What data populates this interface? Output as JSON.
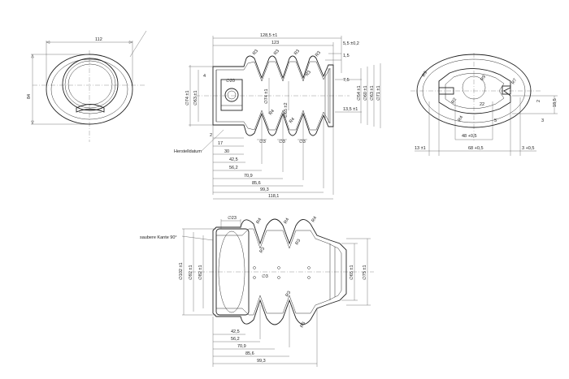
{
  "front_view": {
    "width": "112",
    "height": "84"
  },
  "side_view": {
    "total": "128,5 ±1",
    "d123": "123",
    "d55": "5,5 ±0,2",
    "d15": "1,5",
    "d75": "7,5",
    "d135": "13,5 ±1",
    "dia74a": "∅74 ±1",
    "dia63a": "∅63 ±1",
    "dia74b": "∅74 ±1",
    "dia65b": "∅65 ±2",
    "dia20": "∅20",
    "dia54": "∅54 ±1",
    "dia60": "∅60 ±1",
    "dia63b": "∅63 ±1",
    "dia71": "∅71 ±1",
    "r3a": "R3",
    "r3b": "R3",
    "r3c": "R3",
    "r3d": "R3",
    "r3e": "R3",
    "r4a": "R4",
    "r4b": "R4",
    "phi3a": "∅3",
    "phi3b": "∅3",
    "phi3c": "∅3",
    "d4": "4",
    "d2": "2",
    "d17": "17",
    "d30": "30",
    "hersteller": "Herstelldatum",
    "chain": [
      "42,5",
      "56,2",
      "70,9",
      "85,6",
      "99,3",
      "118,1"
    ]
  },
  "right_view": {
    "r9a": "R9",
    "r9b": "R9",
    "r2": "R2",
    "r4": "R4",
    "r7": "R7",
    "d22": "22",
    "d5": "5",
    "d3": "3",
    "d185": "18,5",
    "d2": "2",
    "dim48": "48 +0,5",
    "dim13": "13 ±1",
    "dim68": "68 +0,5",
    "dim3": "3 +0,5"
  },
  "bottom_view": {
    "dia23": "∅23",
    "kante": "saubere Kante 90°",
    "dia102": "∅102 ±1",
    "dia92": "∅92 ±1",
    "dia82": "∅82 ±1",
    "dia65": "∅65 ±1",
    "dia75": "∅75 ±1",
    "r4a": "R4",
    "r4b": "R4",
    "r4c": "R4",
    "r3a": "R3",
    "r3b": "R3",
    "r3c": "R3",
    "r3d": "R3",
    "phi3": "∅3",
    "chain": [
      "42,5",
      "56,2",
      "70,9",
      "85,6",
      "99,3"
    ]
  }
}
